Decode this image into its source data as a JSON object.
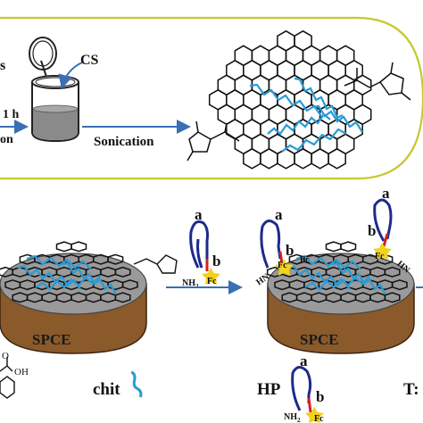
{
  "top": {
    "left_fragment_1": "s",
    "reagent_label": "CS",
    "time_label": "1 h",
    "left_fragment_2": "on",
    "arrow_label": "Sonication"
  },
  "middle": {
    "electrode_label_1": "SPCE",
    "electrode_label_2": "SPCE",
    "probe_label_a": "a",
    "probe_label_b": "b",
    "probe_label_fc": "Fc",
    "probe_label_nh2": "NH",
    "probe_label_nh2_sub": "2",
    "right_label_a": "a",
    "right_label_b": "b",
    "right_label_fc1": "Fc",
    "right_label_fc2": "Fc",
    "right_label_hn1": "HN",
    "right_label_hn2": "HN",
    "left_label_a": "a",
    "left_label_b": "b",
    "left_label_fc": "Fc"
  },
  "legend": {
    "chit_label": "chit",
    "hp_label": "HP",
    "hp_a": "a",
    "hp_b": "b",
    "hp_fc": "Fc",
    "hp_nh2": "NH",
    "hp_nh2_sub": "2",
    "t_fragment": "T:",
    "o_fragment": "O",
    "oh_fragment": "OH"
  },
  "colors": {
    "frame": "#c8c832",
    "arrow": "#3a6fb3",
    "chitosan": "#2a9bd6",
    "graphene": "#111111",
    "dna_blue": "#1e2a8a",
    "dna_red": "#d42020",
    "fc_yellow": "#f2d21a",
    "electrode_top": "#9a9a9a",
    "electrode_side": "#8a5a2b"
  }
}
